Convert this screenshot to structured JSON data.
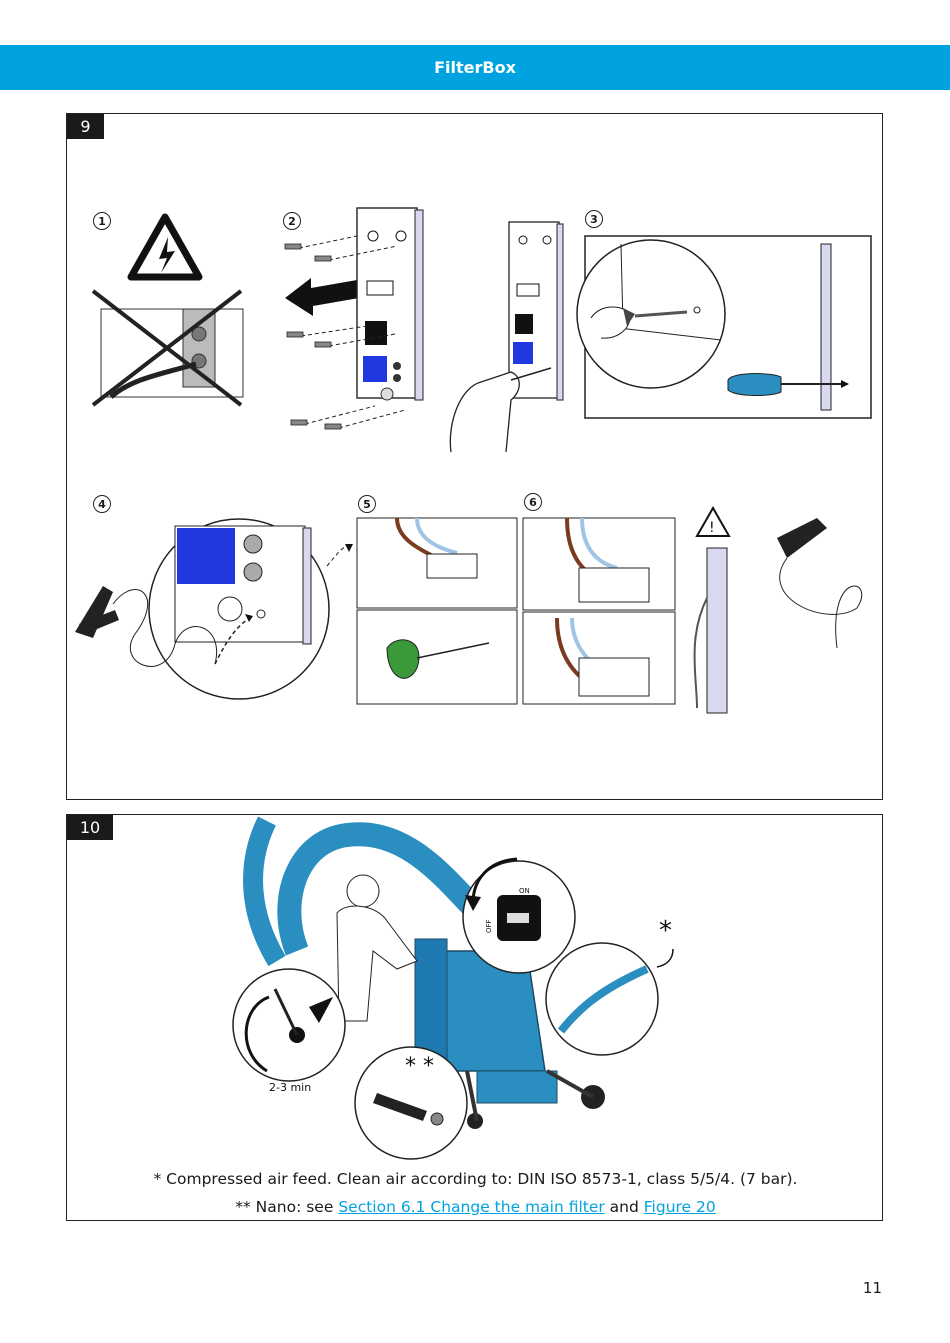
{
  "header": {
    "title": "FilterBox"
  },
  "panel9": {
    "number": "9",
    "steps": [
      "1",
      "2",
      "3",
      "4",
      "5",
      "6"
    ]
  },
  "panel10": {
    "number": "10",
    "timer_label": "2-3 min",
    "switch_on": "ON",
    "switch_off": "OFF",
    "asterisk_single": "*",
    "asterisk_double": "* *",
    "note1": "* Compressed air feed. Clean air according to: DIN ISO 8573-1, class 5/5/4. (7 bar).",
    "note2_prefix": "** Nano: see ",
    "note2_link1": "Section 6.1 Change the main filter",
    "note2_mid": " and ",
    "note2_link2": "Figure 20"
  },
  "page": {
    "number": "11"
  },
  "colors": {
    "header": "#00a3e0",
    "machine_blue": "#2a8fc0",
    "socket_blue": "#2038e0",
    "panel_lavender": "#d8d8f0"
  }
}
